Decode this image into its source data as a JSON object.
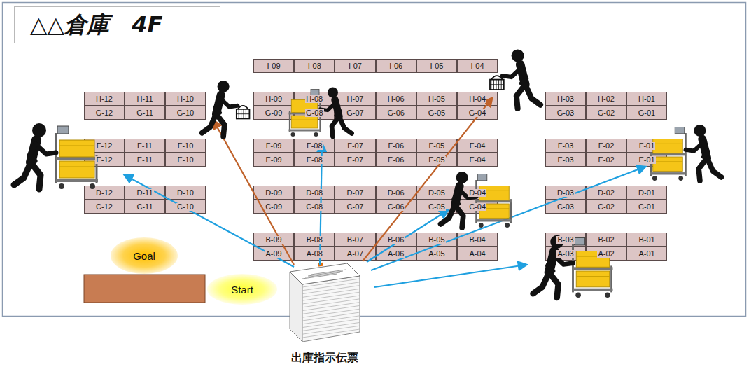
{
  "diagram": {
    "title": "△△倉庫　4F",
    "nodes": [
      {
        "text": [
          "I-09"
        ]
      },
      {
        "text": [
          "I-08"
        ]
      },
      {
        "text": [
          "I-07"
        ]
      },
      {
        "text": [
          "I-06"
        ]
      },
      {
        "text": [
          "I-05"
        ]
      },
      {
        "text": [
          "I-04"
        ]
      },
      {
        "text": [
          "H-12"
        ]
      },
      {
        "text": [
          "H-11"
        ]
      },
      {
        "text": [
          "H-10"
        ]
      },
      {
        "text": [
          "H-09"
        ]
      },
      {
        "text": [
          "H-08"
        ]
      },
      {
        "text": [
          "H-07"
        ]
      },
      {
        "text": [
          "H-06"
        ]
      },
      {
        "text": [
          "H-05"
        ]
      },
      {
        "text": [
          "H-04"
        ]
      },
      {
        "text": [
          "H-03"
        ]
      },
      {
        "text": [
          "H-02"
        ]
      },
      {
        "text": [
          "H-01"
        ]
      },
      {
        "text": [
          "G-12"
        ]
      },
      {
        "text": [
          "G-11"
        ]
      },
      {
        "text": [
          "G-10"
        ]
      },
      {
        "text": [
          "G-09"
        ]
      },
      {
        "text": [
          "G-08"
        ]
      },
      {
        "text": [
          "G-07"
        ]
      },
      {
        "text": [
          "G-06"
        ]
      },
      {
        "text": [
          "G-05"
        ]
      },
      {
        "text": [
          "G-04"
        ]
      },
      {
        "text": [
          "G-03"
        ]
      },
      {
        "text": [
          "G-02"
        ]
      },
      {
        "text": [
          "G-01"
        ]
      },
      {
        "text": [
          "F-12"
        ]
      },
      {
        "text": [
          "F-11"
        ]
      },
      {
        "text": [
          "F-10"
        ]
      },
      {
        "text": [
          "F-09"
        ]
      },
      {
        "text": [
          "F-08"
        ]
      },
      {
        "text": [
          "F-07"
        ]
      },
      {
        "text": [
          "F-06"
        ]
      },
      {
        "text": [
          "F-05"
        ]
      },
      {
        "text": [
          "F-04"
        ]
      },
      {
        "text": [
          "F-03"
        ]
      },
      {
        "text": [
          "F-02"
        ]
      },
      {
        "text": [
          "F-01"
        ]
      },
      {
        "text": [
          "E-12"
        ]
      },
      {
        "text": [
          "E-11"
        ]
      },
      {
        "text": [
          "E-10"
        ]
      },
      {
        "text": [
          "E-09"
        ]
      },
      {
        "text": [
          "E-08"
        ]
      },
      {
        "text": [
          "E-07"
        ]
      },
      {
        "text": [
          "E-06"
        ]
      },
      {
        "text": [
          "E-05"
        ]
      },
      {
        "text": [
          "E-04"
        ]
      },
      {
        "text": [
          "E-03"
        ]
      },
      {
        "text": [
          "E-02"
        ]
      },
      {
        "text": [
          "E-01"
        ]
      },
      {
        "text": [
          "D-12"
        ]
      },
      {
        "text": [
          "D-11"
        ]
      },
      {
        "text": [
          "D-10"
        ]
      },
      {
        "text": [
          "D-09"
        ]
      },
      {
        "text": [
          "D-08"
        ]
      },
      {
        "text": [
          "D-07"
        ]
      },
      {
        "text": [
          "D-06"
        ]
      },
      {
        "text": [
          "D-05"
        ]
      },
      {
        "text": [
          "D-04"
        ]
      },
      {
        "text": [
          "D-03"
        ]
      },
      {
        "text": [
          "D-02"
        ]
      },
      {
        "text": [
          "D-01"
        ]
      },
      {
        "text": [
          "C-12"
        ]
      },
      {
        "text": [
          "C-11"
        ]
      },
      {
        "text": [
          "C-10"
        ]
      },
      {
        "text": [
          "C-09"
        ]
      },
      {
        "text": [
          "C-08"
        ]
      },
      {
        "text": [
          "C-07"
        ]
      },
      {
        "text": [
          "C-06"
        ]
      },
      {
        "text": [
          "C-05"
        ]
      },
      {
        "text": [
          "C-04"
        ]
      },
      {
        "text": [
          "C-03"
        ]
      },
      {
        "text": [
          "C-02"
        ]
      },
      {
        "text": [
          "C-01"
        ]
      },
      {
        "text": [
          "B-09"
        ]
      },
      {
        "text": [
          "B-08"
        ]
      },
      {
        "text": [
          "B-07"
        ]
      },
      {
        "text": [
          "B-06"
        ]
      },
      {
        "text": [
          "B-05"
        ]
      },
      {
        "text": [
          "B-04"
        ]
      },
      {
        "text": [
          "B-03"
        ]
      },
      {
        "text": [
          "B-02"
        ]
      },
      {
        "text": [
          "B-01"
        ]
      },
      {
        "text": [
          "A-09"
        ]
      },
      {
        "text": [
          "A-08"
        ]
      },
      {
        "text": [
          "A-07"
        ]
      },
      {
        "text": [
          "A-06"
        ]
      },
      {
        "text": [
          "A-05"
        ]
      },
      {
        "text": [
          "A-04"
        ]
      },
      {
        "text": [
          "A-03"
        ]
      },
      {
        "text": [
          "A-02"
        ]
      },
      {
        "text": [
          "A-01"
        ]
      },
      {
        "text": [
          "Goal"
        ]
      },
      {
        "text": [
          "Start"
        ]
      },
      {
        "text": [
          "出庫指示伝票"
        ]
      }
    ]
  }
}
